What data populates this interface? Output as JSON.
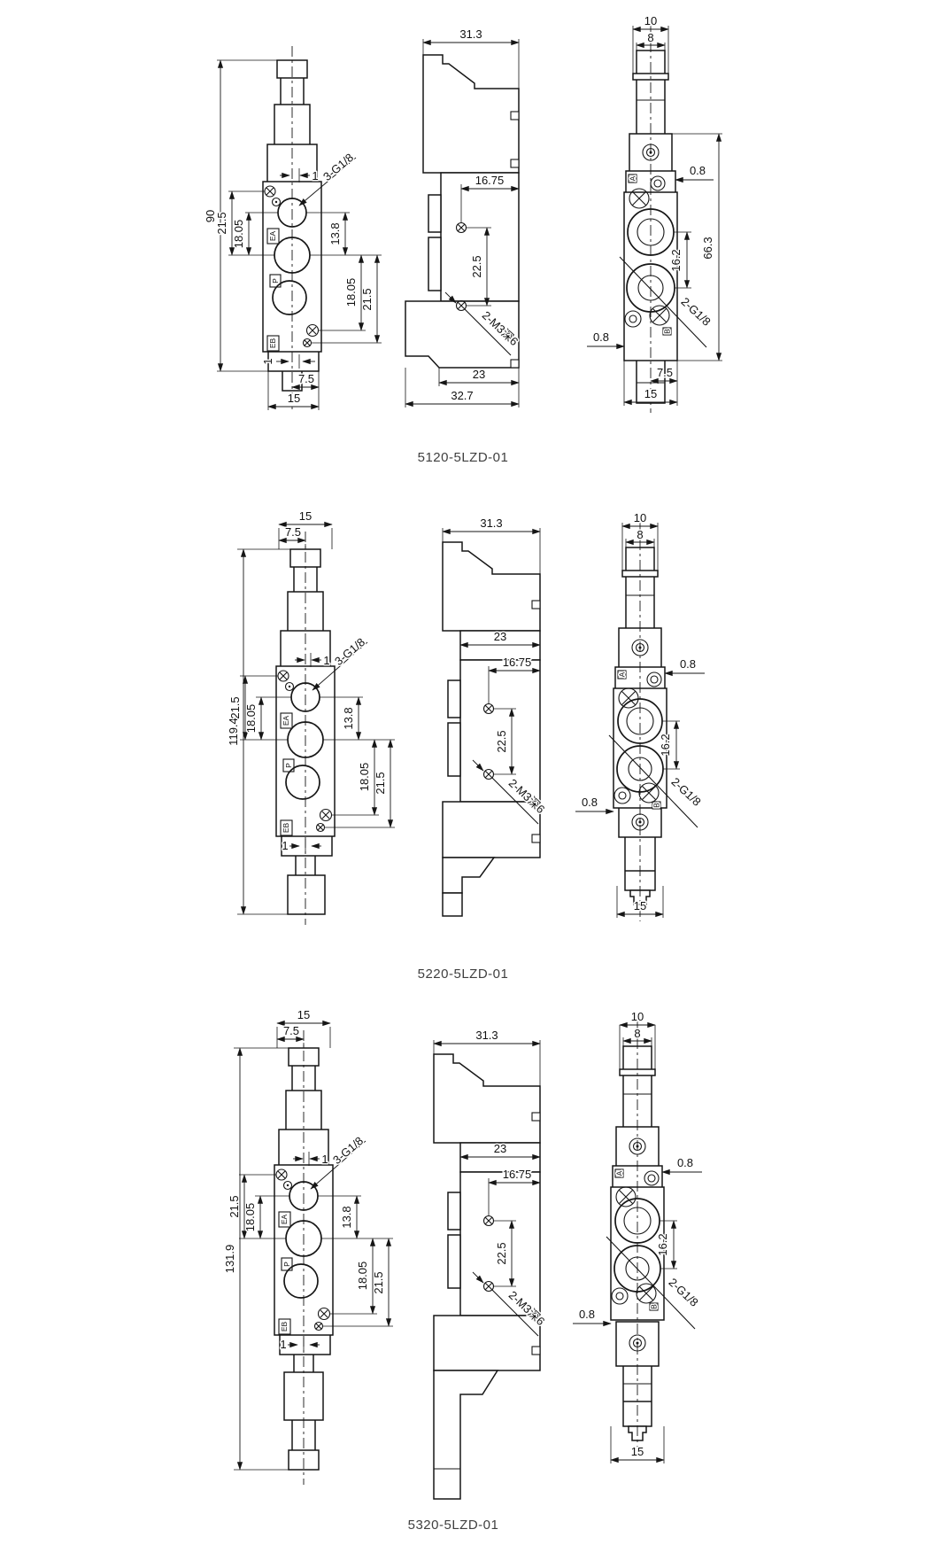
{
  "page": {
    "background": "#ffffff",
    "line_color": "#161616",
    "title_color": "#3f3f3f"
  },
  "rows": [
    {
      "model": "5120-5LZD-01",
      "front": {
        "height": "90",
        "pitch_a": "21.5",
        "pitch_b": "18.05",
        "offset_top": "1",
        "offset_bottom": "1",
        "thread": "3-G1/8",
        "pitch_c": "13.8",
        "pitch_d": "18.05",
        "pitch_e": "21.5",
        "half_width": "7.5",
        "width": "15",
        "port_top": "EA",
        "port_mid": "P",
        "port_bottom": "EB"
      },
      "side": {
        "width": "31.3",
        "mount_offset": "16.75",
        "mount_pitch": "22.5",
        "thread": "2-M3深6",
        "base_width": "23",
        "overall_width": "32.7"
      },
      "end": {
        "width_outer": "10",
        "width_inner": "8",
        "step_top": "0.8",
        "height": "66.3",
        "port_pitch": "16.2",
        "thread": "2-G1/8",
        "step_bottom": "0.8",
        "half_width": "7.5",
        "width": "15",
        "port_a": "A",
        "port_b": "B"
      }
    },
    {
      "model": "5220-5LZD-01",
      "front": {
        "width": "15",
        "half_width": "7.5",
        "height": "119.4",
        "pitch_a": "21.5",
        "pitch_b": "18.05",
        "offset_top": "1",
        "offset_bottom": "1",
        "thread": "3-G1/8",
        "pitch_c": "13.8",
        "pitch_d": "18.05",
        "pitch_e": "21.5",
        "port_top": "EA",
        "port_mid": "P",
        "port_bottom": "EB"
      },
      "side": {
        "width": "31.3",
        "base_width": "23",
        "mount_offset": "16.75",
        "mount_pitch": "22.5",
        "thread": "2-M3深6"
      },
      "end": {
        "width_outer": "10",
        "width_inner": "8",
        "step_top": "0.8",
        "port_pitch": "16.2",
        "thread": "2-G1/8",
        "step_bottom": "0.8",
        "width": "15",
        "port_a": "A",
        "port_b": "B"
      }
    },
    {
      "model": "5320-5LZD-01",
      "front": {
        "width": "15",
        "half_width": "7.5",
        "height": "131.9",
        "pitch_a": "21.5",
        "pitch_b": "18.05",
        "offset_top": "1",
        "offset_bottom": "1",
        "thread": "3-G1/8",
        "pitch_c": "13.8",
        "pitch_d": "18.05",
        "pitch_e": "21.5",
        "port_top": "EA",
        "port_mid": "P",
        "port_bottom": "EB"
      },
      "side": {
        "width": "31.3",
        "base_width": "23",
        "mount_offset": "16.75",
        "mount_pitch": "22.5",
        "thread": "2-M3深6"
      },
      "end": {
        "width_outer": "10",
        "width_inner": "8",
        "step_top": "0.8",
        "port_pitch": "16.2",
        "thread": "2-G1/8",
        "step_bottom": "0.8",
        "width": "15",
        "port_a": "A",
        "port_b": "B"
      }
    }
  ]
}
